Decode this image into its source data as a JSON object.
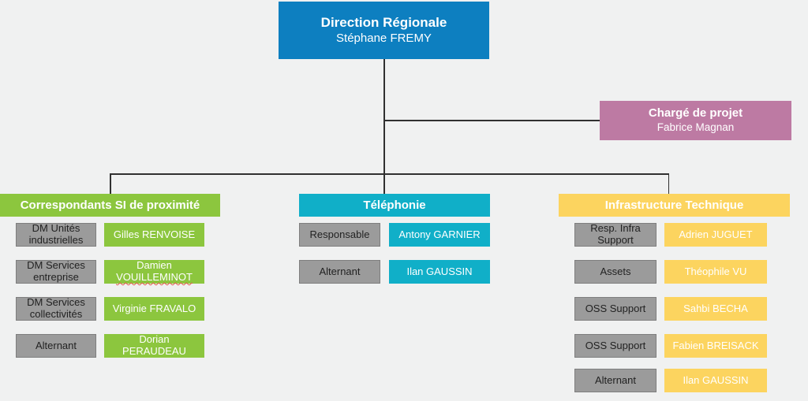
{
  "palette": {
    "background": "#f0f1f1",
    "connector": "#303030",
    "role_box_bg": "#9b9b9b",
    "role_box_border": "#7e7e7e",
    "role_text": "#222222",
    "name_text": "#ffffff"
  },
  "chart": {
    "root": {
      "title": "Direction Régionale",
      "name": "Stéphane FREMY",
      "color": "#0d7fc0"
    },
    "staff": {
      "title": "Chargé de projet",
      "name": "Fabrice Magnan",
      "color": "#bd7aa3"
    },
    "columns": [
      {
        "title": "Correspondants SI de proximité",
        "color": "#8cc63e",
        "rows": [
          {
            "role": "DM Unités industrielles",
            "name": "Gilles RENVOISE"
          },
          {
            "role": "DM Services entreprise",
            "name_line1": "Damien",
            "name_line2": "VOUILLEMINOT"
          },
          {
            "role": "DM Services collectivités",
            "name": "Virginie FRAVALO"
          },
          {
            "role": "Alternant",
            "name_line1": "Dorian",
            "name_line2": "PERAUDEAU"
          }
        ]
      },
      {
        "title": "Téléphonie",
        "color": "#10afc8",
        "rows": [
          {
            "role": "Responsable",
            "name": "Antony GARNIER"
          },
          {
            "role": "Alternant",
            "name": "Ilan GAUSSIN"
          }
        ]
      },
      {
        "title": "Infrastructure Technique",
        "color": "#fcd45f",
        "rows": [
          {
            "role": "Resp. Infra Support",
            "name": "Adrien JUGUET"
          },
          {
            "role": "Assets",
            "name": "Théophile VU"
          },
          {
            "role": "OSS Support",
            "name": "Sahbi BECHA"
          },
          {
            "role": "OSS Support",
            "name": "Fabien BREISACK"
          },
          {
            "role": "Alternant",
            "name": "Ilan GAUSSIN"
          }
        ]
      }
    ]
  }
}
